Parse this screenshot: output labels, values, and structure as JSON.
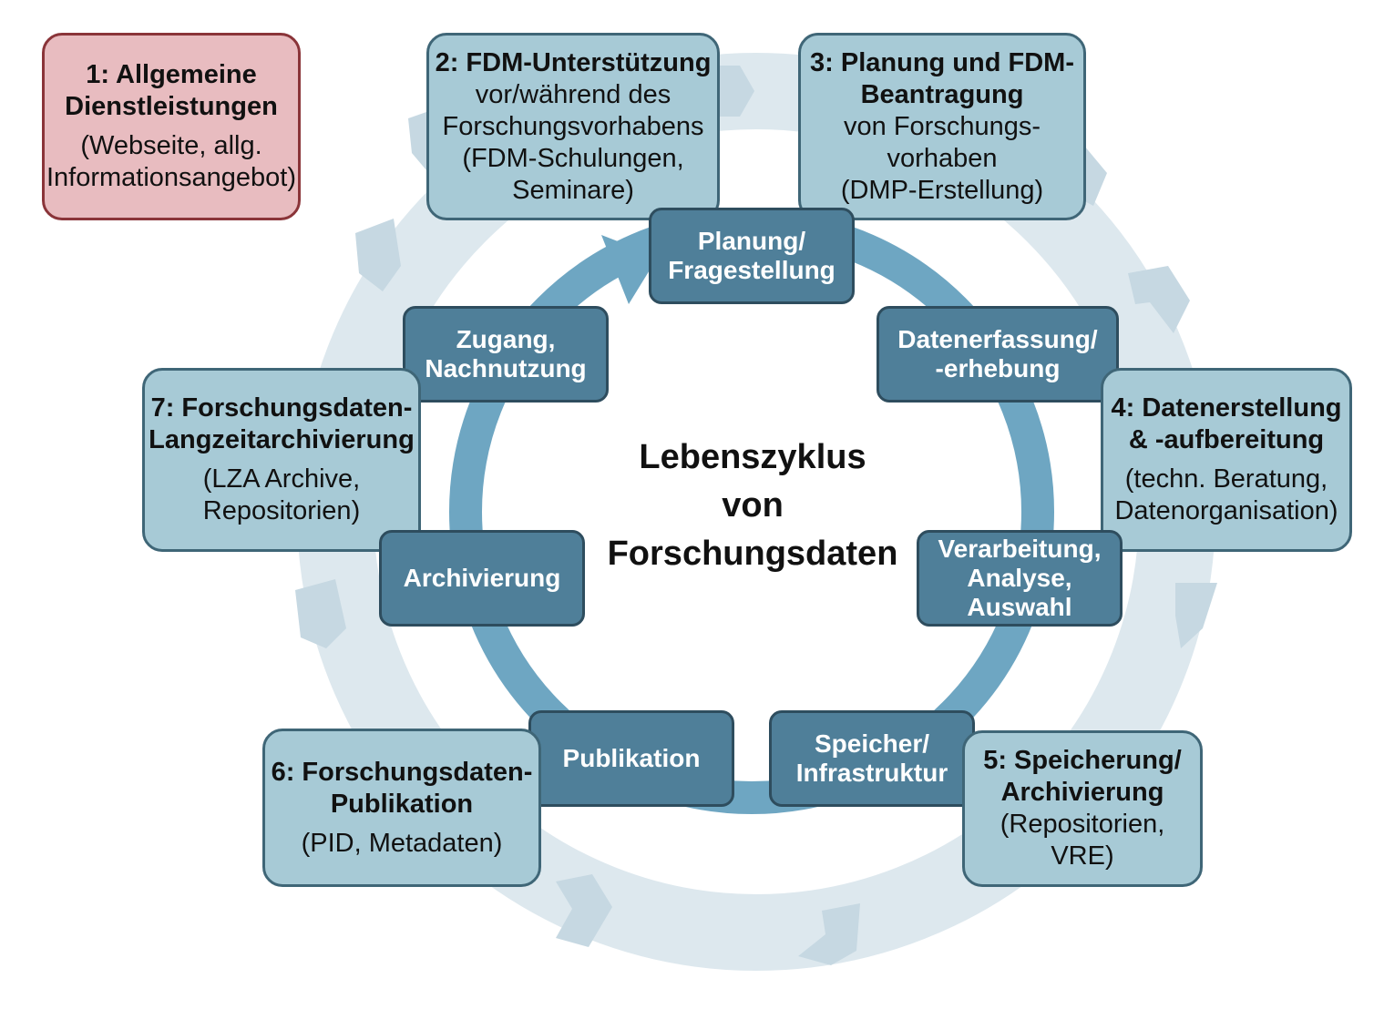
{
  "center": {
    "line1": "Lebenszyklus",
    "line2": "von",
    "line3": "Forschungsdaten"
  },
  "stages": {
    "planung": {
      "l1": "Planung/",
      "l2": "Fragestellung"
    },
    "erfassung": {
      "l1": "Datenerfassung/",
      "l2": "-erhebung"
    },
    "verarbeitung": {
      "l1": "Verarbeitung,",
      "l2": "Analyse,",
      "l3": "Auswahl"
    },
    "speicher": {
      "l1": "Speicher/",
      "l2": "Infrastruktur"
    },
    "publikation": {
      "l1": "Publikation"
    },
    "archivierung": {
      "l1": "Archivierung"
    },
    "zugang": {
      "l1": "Zugang,",
      "l2": "Nachnutzung"
    }
  },
  "services": {
    "s1": {
      "t1": "1: Allgemeine",
      "t2": "Dienstleistungen",
      "d1": "(Webseite, allg.",
      "d2": "Informationsangebot)"
    },
    "s2": {
      "t1": "2: FDM-Unterstützung",
      "d1": "vor/während des",
      "d2": "Forschungsvorhabens",
      "d3": "(FDM-Schulungen,",
      "d4": "Seminare)"
    },
    "s3": {
      "t1": "3: Planung und FDM-",
      "t2": "Beantragung",
      "d1": "von Forschungs-",
      "d2": "vorhaben",
      "d3": "(DMP-Erstellung)"
    },
    "s4": {
      "t1": "4: Datenerstellung",
      "t2": "& -aufbereitung",
      "d1": "(techn. Beratung,",
      "d2": "Datenorganisation)"
    },
    "s5": {
      "t1": "5: Speicherung/",
      "t2": "Archivierung",
      "d1": "(Repositorien,",
      "d2": "VRE)"
    },
    "s6": {
      "t1": "6: Forschungsdaten-",
      "t2": "Publikation",
      "d1": "(PID, Metadaten)"
    },
    "s7": {
      "t1": "7: Forschungsdaten-",
      "t2": "Langzeitarchivierung",
      "d1": "(LZA Archive,",
      "d2": "Repositorien)"
    }
  }
}
